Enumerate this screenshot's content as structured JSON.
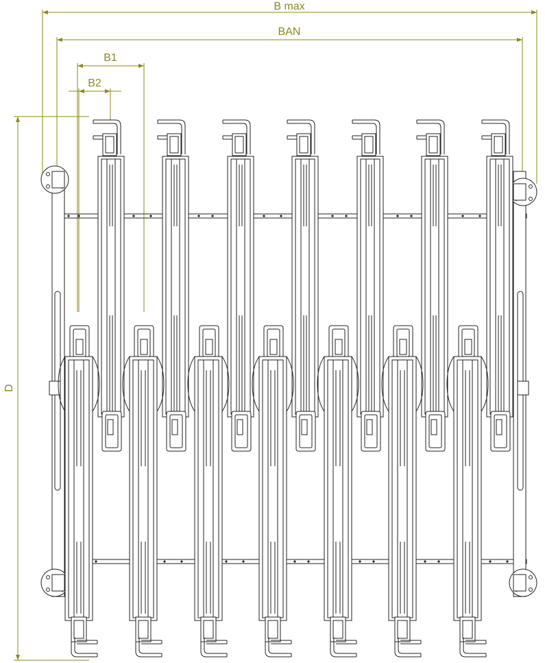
{
  "dimensions": {
    "b_max": "B max",
    "ban": "BAN",
    "b1": "B1",
    "b2": "B2",
    "d": "D"
  },
  "colors": {
    "dimension": "#8a8a1a",
    "line": "#222222"
  }
}
